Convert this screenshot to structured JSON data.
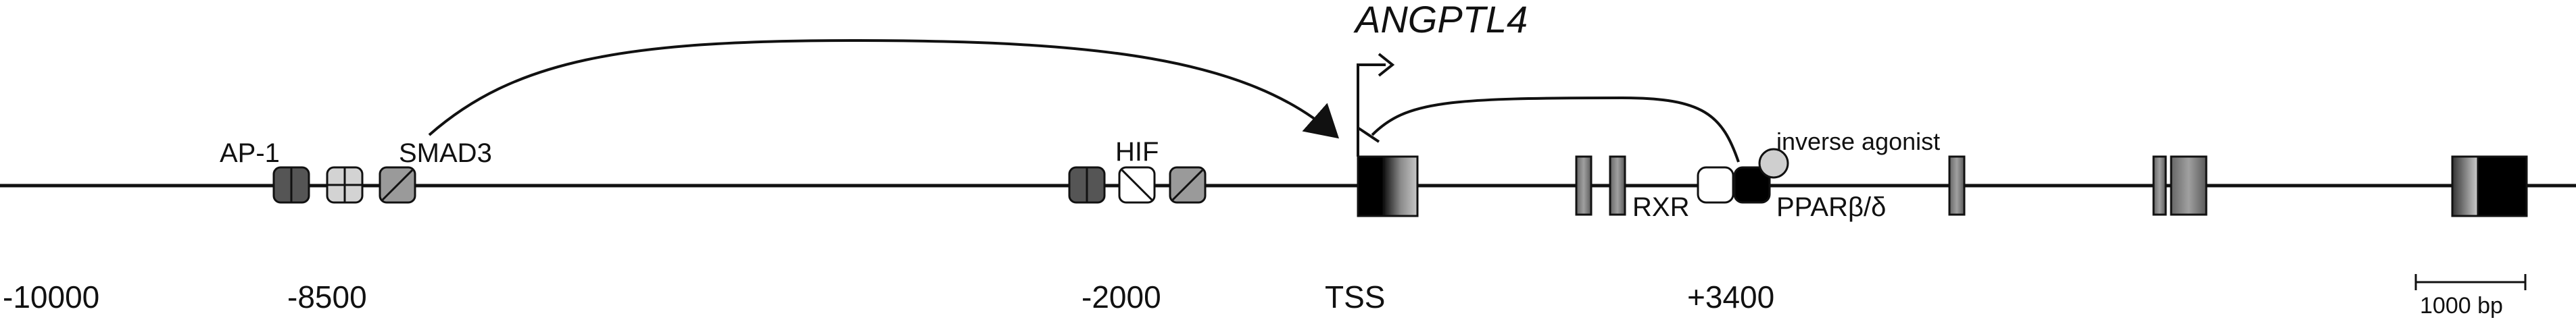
{
  "gene_name": "ANGPTL4",
  "elements": {
    "ap1": "AP-1",
    "smad3": "SMAD3",
    "hif": "HIF",
    "rxr": "RXR",
    "ppar": "PPARβ/δ",
    "inverse_agonist": "inverse agonist"
  },
  "positions": {
    "m10000": "-10000",
    "m8500": "-8500",
    "m2000": "-2000",
    "tss": "TSS",
    "p3400": "+3400"
  },
  "scale_bar": "1000 bp",
  "colors": {
    "line": "#111111",
    "box_dark": "#555555",
    "box_light": "#cfcfcf",
    "box_mid": "#9a9a9a",
    "exon_black": "#000000"
  }
}
